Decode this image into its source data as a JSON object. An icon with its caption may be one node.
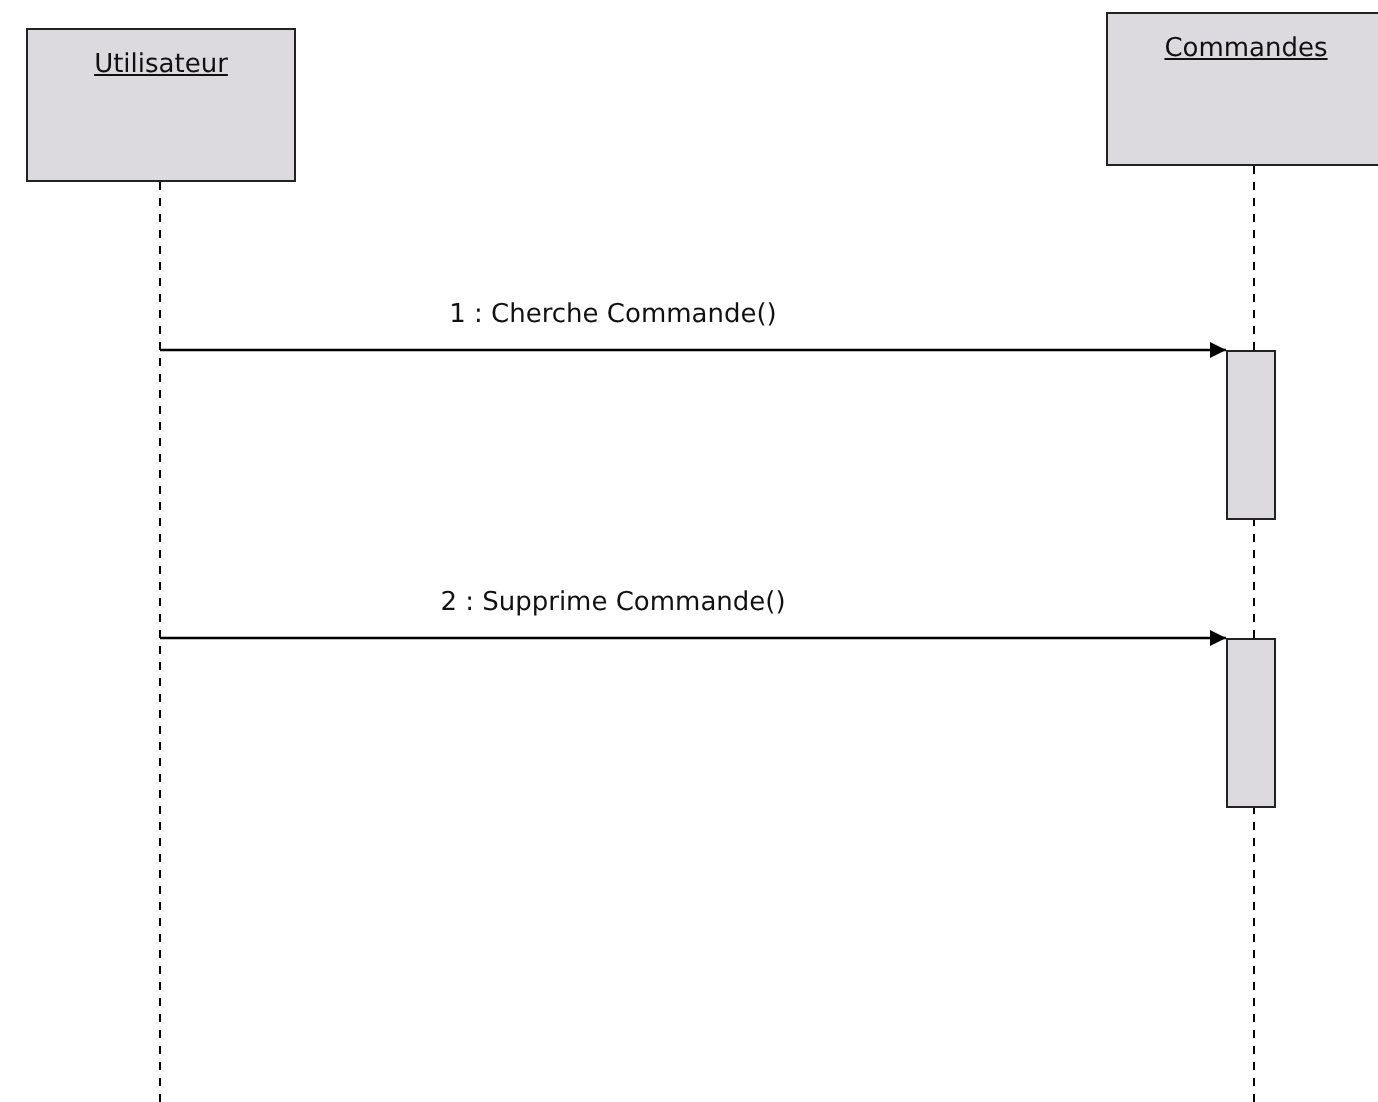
{
  "diagram": {
    "nodes": [
      {
        "text": [
          "Utilisateur"
        ]
      },
      {
        "text": [
          "Commandes"
        ]
      },
      {
        "text": [],
        "shape": "bar"
      },
      {
        "text": [],
        "shape": "bar"
      }
    ],
    "edges": [
      {
        "from": null,
        "to": 2,
        "arrow": "to",
        "label": "1 : Cherche Commande()"
      },
      {
        "from": null,
        "to": 3,
        "arrow": "to",
        "label": "2 : Supprime Commande()"
      }
    ]
  }
}
